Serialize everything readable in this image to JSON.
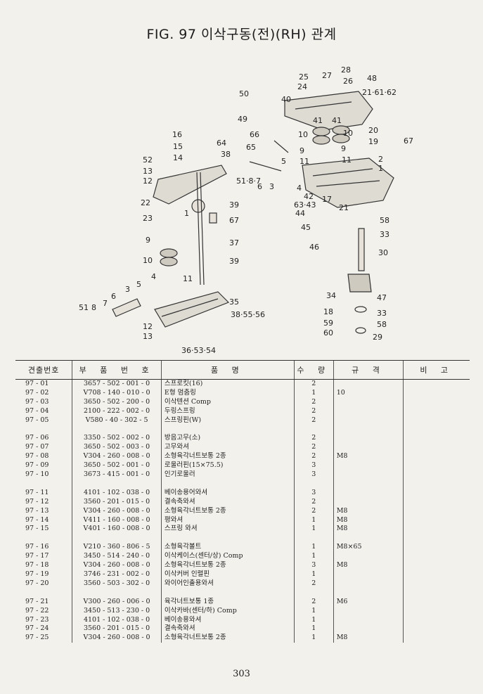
{
  "title": "FIG. 97 이삭구동(전)(RH) 관계",
  "page_number": "303",
  "table": {
    "headers": [
      "견출번호",
      "부 품 번 호",
      "품 명",
      "수 량",
      "규 격",
      "비 고"
    ],
    "groups": [
      [
        [
          "97 - 01",
          "3657 - 502 - 001 - 0",
          "스프로킷(16)",
          "2",
          ""
        ],
        [
          "97 - 02",
          "V708 - 140 - 010 - 0",
          "E형 멈춤링",
          "1",
          "10"
        ],
        [
          "97 - 03",
          "3650 - 502 - 200 - 0",
          "이삭텐션 Comp",
          "2",
          ""
        ],
        [
          "97 - 04",
          "2100 - 222 - 002 - 0",
          "두링스프링",
          "2",
          ""
        ],
        [
          "97 - 05",
          "V580 - 40 - 302 - 5",
          "스프링핀(W)",
          "2",
          ""
        ]
      ],
      [
        [
          "97 - 06",
          "3350 - 502 - 002 - 0",
          "방음고무(소)",
          "2",
          ""
        ],
        [
          "97 - 07",
          "3650 - 502 - 003 - 0",
          "고무와셔",
          "2",
          ""
        ],
        [
          "97 - 08",
          "V304 - 260 - 008 - 0",
          "소형육각너트보통 2종",
          "2",
          "M8"
        ],
        [
          "97 - 09",
          "3650 - 502 - 001 - 0",
          "로울러핀(15×75.5)",
          "3",
          ""
        ],
        [
          "97 - 10",
          "3673 - 415 - 001 - 0",
          "인기로울러",
          "3",
          ""
        ]
      ],
      [
        [
          "97 - 11",
          "4101 - 102 - 038 - 0",
          "베이송용어와셔",
          "3",
          ""
        ],
        [
          "97 - 12",
          "3560 - 201 - 015 - 0",
          "결속축와셔",
          "2",
          ""
        ],
        [
          "97 - 13",
          "V304 - 260 - 008 - 0",
          "소형육각너트보통 2종",
          "2",
          "M8"
        ],
        [
          "97 - 14",
          "V411 - 160 - 008 - 0",
          "평와셔",
          "1",
          "M8"
        ],
        [
          "97 - 15",
          "V401 - 160 - 008 - 0",
          "스프링 와셔",
          "1",
          "M8"
        ]
      ],
      [
        [
          "97 - 16",
          "V210 - 360 - 806 - 5",
          "소형육각볼트",
          "1",
          "M8×65"
        ],
        [
          "97 - 17",
          "3450 - 514 - 240 - 0",
          "이삭케이스(센터/상) Comp",
          "1",
          ""
        ],
        [
          "97 - 18",
          "V304 - 260 - 008 - 0",
          "소형육각너트보통 2종",
          "3",
          "M8"
        ],
        [
          "97 - 19",
          "3746 - 231 - 002 - 0",
          "이삭커버 인렬핀",
          "1",
          ""
        ],
        [
          "97 - 20",
          "3560 - 503 - 302 - 0",
          "와이어인출용와셔",
          "2",
          ""
        ]
      ],
      [
        [
          "97 - 21",
          "V300 - 260 - 006 - 0",
          "육각너트보통 1종",
          "2",
          "M6"
        ],
        [
          "97 - 22",
          "3450 - 513 - 230 - 0",
          "이삭카바(센터/하) Comp",
          "1",
          ""
        ],
        [
          "97 - 23",
          "4101 - 102 - 038 - 0",
          "베이송용와셔",
          "1",
          ""
        ],
        [
          "97 - 24",
          "3560 - 201 - 015 - 0",
          "결속축와셔",
          "1",
          ""
        ],
        [
          "97 - 25",
          "V304 - 260 - 008 - 0",
          "소형육각너트보통 2종",
          "1",
          "M8"
        ]
      ]
    ]
  },
  "callouts": [
    {
      "id": "c1",
      "text": "25"
    },
    {
      "id": "c2",
      "text": "27"
    },
    {
      "id": "c3",
      "text": "28"
    },
    {
      "id": "c4",
      "text": "24"
    },
    {
      "id": "c5",
      "text": "26"
    },
    {
      "id": "c6",
      "text": "48"
    },
    {
      "id": "c7",
      "text": "21·61·62"
    },
    {
      "id": "c8",
      "text": "50"
    },
    {
      "id": "c9",
      "text": "40"
    },
    {
      "id": "c10",
      "text": "41"
    },
    {
      "id": "c11",
      "text": "41"
    },
    {
      "id": "c12",
      "text": "49"
    },
    {
      "id": "c13",
      "text": "10"
    },
    {
      "id": "c14",
      "text": "10"
    },
    {
      "id": "c15",
      "text": "20"
    },
    {
      "id": "c16",
      "text": "16"
    },
    {
      "id": "c17",
      "text": "66"
    },
    {
      "id": "c18",
      "text": "64"
    },
    {
      "id": "c19",
      "text": "65"
    },
    {
      "id": "c20",
      "text": "15"
    },
    {
      "id": "c21",
      "text": "14"
    },
    {
      "id": "c22",
      "text": "38"
    },
    {
      "id": "c23",
      "text": "9"
    },
    {
      "id": "c24",
      "text": "9"
    },
    {
      "id": "c25",
      "text": "19"
    },
    {
      "id": "c26",
      "text": "67"
    },
    {
      "id": "c27",
      "text": "52"
    },
    {
      "id": "c28",
      "text": "13"
    },
    {
      "id": "c29",
      "text": "12"
    },
    {
      "id": "c30",
      "text": "11"
    },
    {
      "id": "c31",
      "text": "11"
    },
    {
      "id": "c32",
      "text": "5"
    },
    {
      "id": "c33",
      "text": "2"
    },
    {
      "id": "c34",
      "text": "1"
    },
    {
      "id": "c35",
      "text": "51·8·7"
    },
    {
      "id": "c36",
      "text": "6"
    },
    {
      "id": "c37",
      "text": "3"
    },
    {
      "id": "c38",
      "text": "4"
    },
    {
      "id": "c39",
      "text": "22"
    },
    {
      "id": "c40",
      "text": "39"
    },
    {
      "id": "c41",
      "text": "42"
    },
    {
      "id": "c42",
      "text": "17"
    },
    {
      "id": "c43",
      "text": "63·43"
    },
    {
      "id": "c44",
      "text": "21"
    },
    {
      "id": "c45",
      "text": "1"
    },
    {
      "id": "c46",
      "text": "67"
    },
    {
      "id": "c47",
      "text": "23"
    },
    {
      "id": "c48",
      "text": "44"
    },
    {
      "id": "c49",
      "text": "58"
    },
    {
      "id": "c50",
      "text": "45"
    },
    {
      "id": "c51",
      "text": "33"
    },
    {
      "id": "c52",
      "text": "46"
    },
    {
      "id": "c53",
      "text": "9"
    },
    {
      "id": "c54",
      "text": "37"
    },
    {
      "id": "c55",
      "text": "30"
    },
    {
      "id": "c56",
      "text": "10"
    },
    {
      "id": "c57",
      "text": "39"
    },
    {
      "id": "c58",
      "text": "4"
    },
    {
      "id": "c59",
      "text": "5"
    },
    {
      "id": "c60",
      "text": "11"
    },
    {
      "id": "c61",
      "text": "3"
    },
    {
      "id": "c62",
      "text": "34"
    },
    {
      "id": "c63",
      "text": "47"
    },
    {
      "id": "c64",
      "text": "6"
    },
    {
      "id": "c65",
      "text": "7"
    },
    {
      "id": "c66",
      "text": "35"
    },
    {
      "id": "c67",
      "text": "51"
    },
    {
      "id": "c68",
      "text": "8"
    },
    {
      "id": "c69",
      "text": "38·55·56"
    },
    {
      "id": "c70",
      "text": "18"
    },
    {
      "id": "c71",
      "text": "33"
    },
    {
      "id": "c72",
      "text": "59"
    },
    {
      "id": "c73",
      "text": "58"
    },
    {
      "id": "c74",
      "text": "60"
    },
    {
      "id": "c75",
      "text": "29"
    },
    {
      "id": "c76",
      "text": "12"
    },
    {
      "id": "c77",
      "text": "13"
    },
    {
      "id": "c78",
      "text": "36·53·54"
    }
  ]
}
